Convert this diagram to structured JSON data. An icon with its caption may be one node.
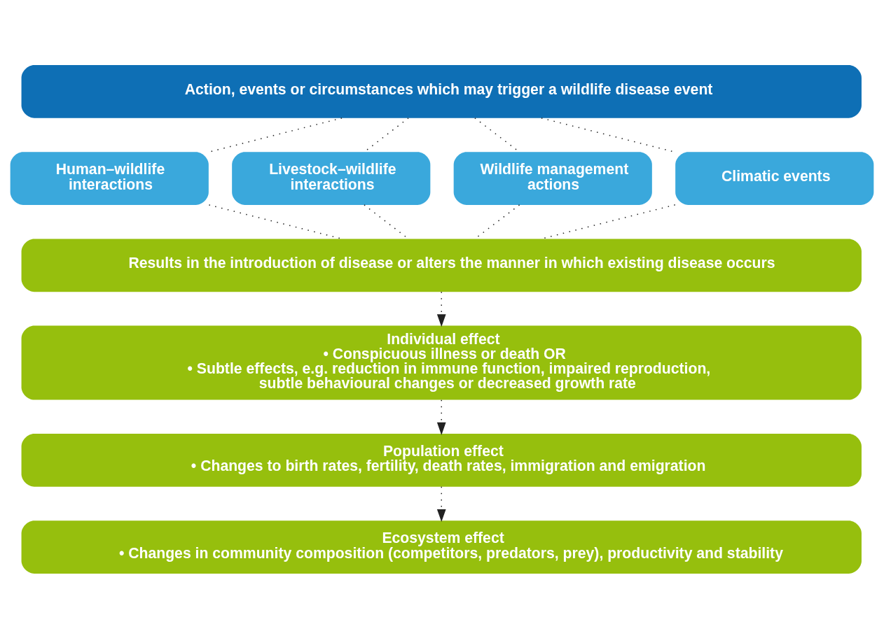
{
  "diagram": {
    "nodes": [
      {
        "text": [
          "Action, events or circumstances which may trigger a wildlife disease event"
        ]
      },
      {
        "text": [
          "Human–wildlife interactions"
        ]
      },
      {
        "text": [
          "Livestock–wildlife interactions"
        ]
      },
      {
        "text": [
          "Wildlife management actions"
        ]
      },
      {
        "text": [
          "Climatic events"
        ]
      },
      {
        "text": [
          "Results in the introduction of disease or alters the manner in which existing disease occurs"
        ]
      },
      {
        "text": [
          "Individual effect",
          "• Conspicuous illness or death OR",
          "• Subtle effects, e.g. reduction in immune function, impaired reproduction, subtle behavioural changes or decreased growth rate"
        ]
      },
      {
        "text": [
          "Population effect",
          "• Changes to birth rates, fertility, death rates, immigration and emigration"
        ]
      },
      {
        "text": [
          "Ecosystem effect",
          "• Changes in community composition (competitors, predators, prey), productivity and stability"
        ]
      }
    ],
    "edges": [
      {
        "from": 0,
        "to": 1,
        "arrow": "none",
        "style": "dashed"
      },
      {
        "from": 0,
        "to": 2,
        "arrow": "none",
        "style": "dashed"
      },
      {
        "from": 0,
        "to": 3,
        "arrow": "none",
        "style": "dashed"
      },
      {
        "from": 0,
        "to": 4,
        "arrow": "none",
        "style": "dashed"
      },
      {
        "from": 1,
        "to": 5,
        "arrow": "none",
        "style": "dashed"
      },
      {
        "from": 2,
        "to": 5,
        "arrow": "none",
        "style": "dashed"
      },
      {
        "from": 3,
        "to": 5,
        "arrow": "none",
        "style": "dashed"
      },
      {
        "from": 4,
        "to": 5,
        "arrow": "none",
        "style": "dashed"
      },
      {
        "from": 5,
        "to": 6,
        "arrow": "to",
        "style": "dashed"
      },
      {
        "from": 6,
        "to": 7,
        "arrow": "to",
        "style": "dashed"
      },
      {
        "from": 7,
        "to": 8,
        "arrow": "to",
        "style": "dashed"
      }
    ]
  }
}
